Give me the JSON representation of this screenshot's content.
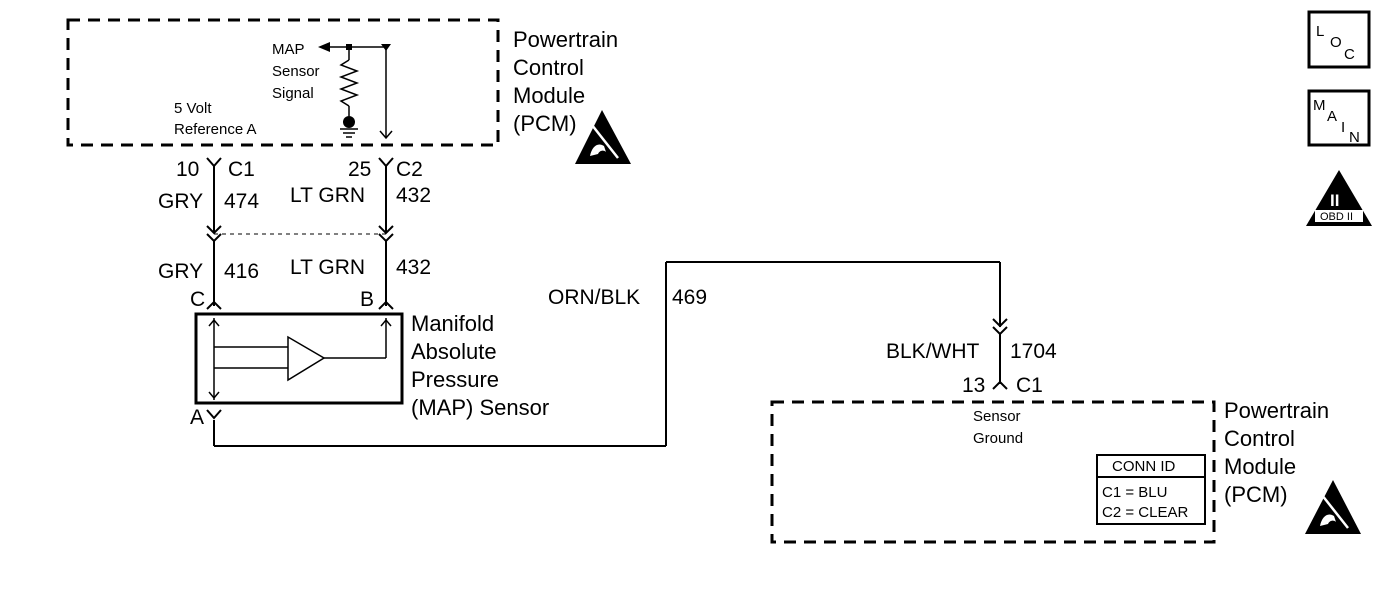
{
  "pcm_top": {
    "title_lines": [
      "Powertrain",
      "Control",
      "Module",
      "(PCM)"
    ],
    "map_signal_lines": [
      "MAP",
      "Sensor",
      "Signal"
    ],
    "ref_lines": [
      "5 Volt",
      "Reference A"
    ]
  },
  "connectors_top": {
    "left_pin": "10",
    "left_conn": "C1",
    "right_pin": "25",
    "right_conn": "C2"
  },
  "wires": {
    "gry_upper_color": "GRY",
    "gry_upper_num": "474",
    "ltgrn_upper_color": "LT GRN",
    "ltgrn_upper_num": "432",
    "gry_lower_color": "GRY",
    "gry_lower_num": "416",
    "ltgrn_lower_color": "LT GRN",
    "ltgrn_lower_num": "432",
    "orn_color": "ORN/BLK",
    "orn_num": "469",
    "blk_color": "BLK/WHT",
    "blk_num": "1704"
  },
  "sensor": {
    "pin_c": "C",
    "pin_b": "B",
    "pin_a": "A",
    "name_lines": [
      "Manifold",
      "Absolute",
      "Pressure",
      "(MAP) Sensor"
    ]
  },
  "pcm_bottom": {
    "pin": "13",
    "conn": "C1",
    "ground_lines": [
      "Sensor",
      "Ground"
    ],
    "title_lines": [
      "Powertrain",
      "Control",
      "Module",
      "(PCM)"
    ],
    "conn_id_title": "CONN ID",
    "conn_id_rows": [
      "C1 = BLU",
      "C2 = CLEAR"
    ]
  },
  "icons": {
    "loc_letters": [
      "L",
      "O",
      "C"
    ],
    "main_letters": [
      "M",
      "A",
      "I",
      "N"
    ],
    "obd_numeral": "II",
    "obd_label": "OBD II"
  }
}
